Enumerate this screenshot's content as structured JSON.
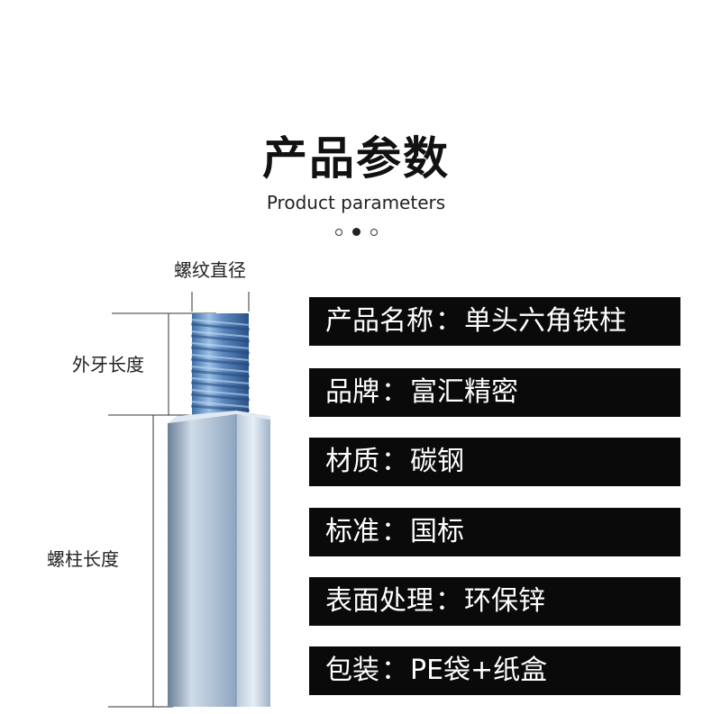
{
  "header": {
    "title": "产品参数",
    "subtitle": "Product parameters"
  },
  "diagram": {
    "thread_diameter_label": "螺纹直径",
    "external_thread_length_label": "外牙长度",
    "column_length_label": "螺柱长度"
  },
  "params": [
    {
      "key": "产品名称",
      "value": "单头六角铁柱"
    },
    {
      "key": "品牌",
      "value": "富汇精密"
    },
    {
      "key": "材质",
      "value": "碳钢"
    },
    {
      "key": "标准",
      "value": "国标"
    },
    {
      "key": "表面处理",
      "value": "环保锌"
    },
    {
      "key": "包装",
      "value": "PE袋+纸盒"
    }
  ],
  "separator": "：",
  "colors": {
    "param_bg": "#0a0a0a",
    "param_text": "#ffffff",
    "metal": "#8fb0d6"
  }
}
